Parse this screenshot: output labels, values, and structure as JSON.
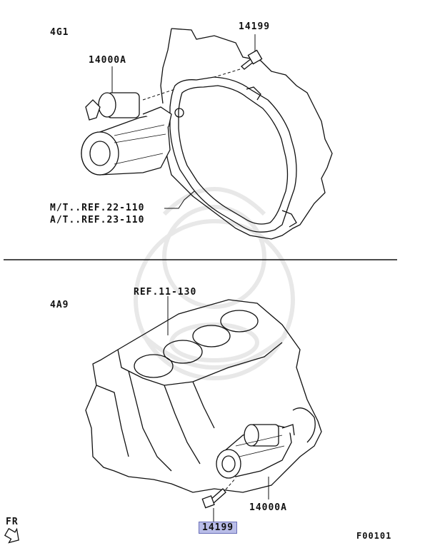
{
  "top_section": {
    "engine_label": "4G1",
    "bolt_part": "14199",
    "starter_part": "14000A",
    "ref_mt": "M/T..REF.22-110",
    "ref_at": "A/T..REF.23-110"
  },
  "bottom_section": {
    "engine_label": "4A9",
    "ref_block": "REF.11-130",
    "starter_part": "14000A",
    "bolt_part_highlighted": "14199"
  },
  "front_indicator": "FR",
  "figure_code": "F00101",
  "colors": {
    "highlight": "#b9bde8",
    "line": "#111111",
    "watermark": "#e6e6e6"
  }
}
